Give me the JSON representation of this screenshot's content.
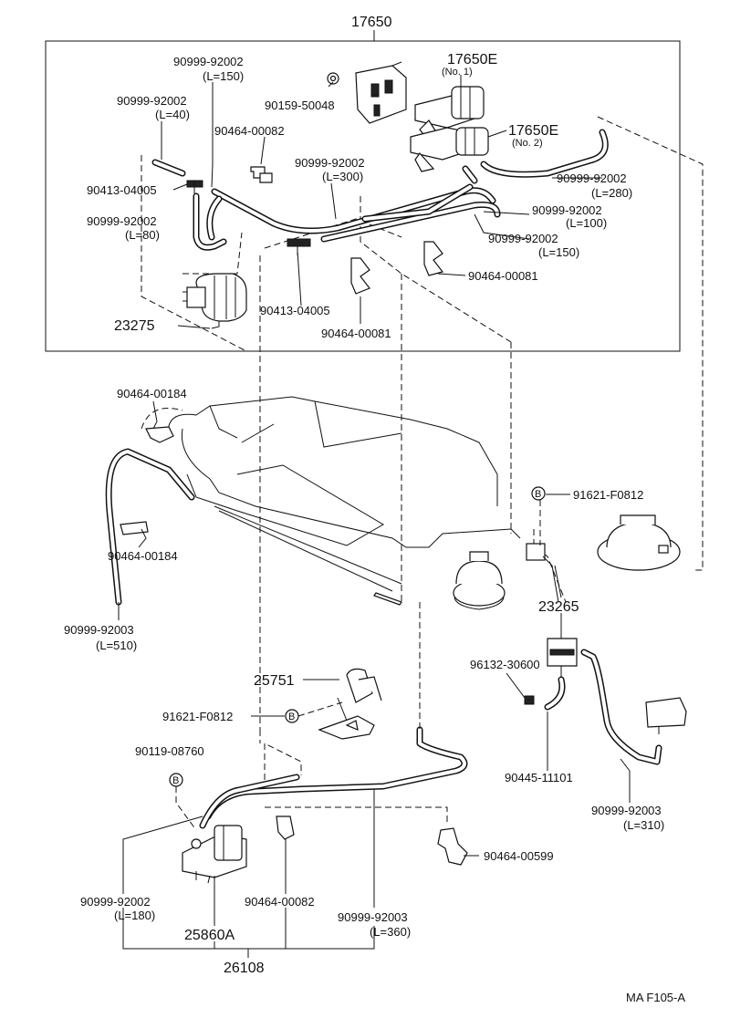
{
  "labels": {
    "group_17650": "17650",
    "p_90999_92002_a": "90999-92002",
    "p_l150_a": "(L=150)",
    "p_90159_50048": "90159-50048",
    "p_17650E_1": "17650E",
    "p_no1": "(No. 1)",
    "p_90999_92002_b": "90999-92002",
    "p_l40": "(L=40)",
    "p_90464_00082_a": "90464-00082",
    "p_17650E_2": "17650E",
    "p_no2": "(No. 2)",
    "p_90999_92002_c": "90999-92002",
    "p_l300": "(L=300)",
    "p_90999_92002_d": "90999-92002",
    "p_l280": "(L=280)",
    "p_90413_04005_a": "90413-04005",
    "p_90999_92002_e": "90999-92002",
    "p_l100": "(L=100)",
    "p_90999_92002_f": "90999-92002",
    "p_l80": "(L=80)",
    "p_90999_92002_g": "90999-92002",
    "p_l150_b": "(L=150)",
    "p_90464_00081_a": "90464-00081",
    "p_90413_04005_b": "90413-04005",
    "p_23275": "23275",
    "p_90464_00081_b": "90464-00081",
    "p_90464_00184_a": "90464-00184",
    "p_b1": "B",
    "p_91621_F0812_a": "91621-F0812",
    "p_90464_00184_b": "90464-00184",
    "p_23265": "23265",
    "p_90999_92003_a": "90999-92003",
    "p_l510": "(L=510)",
    "p_96132_30600": "96132-30600",
    "p_25751": "25751",
    "p_91621_F0812_b": "91621-F0812",
    "p_b2": "B",
    "p_90119_08760": "90119-08760",
    "p_b3": "B",
    "p_90445_11101": "90445-11101",
    "p_90999_92003_b": "90999-92003",
    "p_l310": "(L=310)",
    "p_90464_00599": "90464-00599",
    "p_90999_92002_h": "90999-92002",
    "p_l180": "(L=180)",
    "p_90464_00082_b": "90464-00082",
    "p_90999_92003_c": "90999-92003",
    "p_l360": "(L=360)",
    "p_25860A": "25860A",
    "p_26108": "26108",
    "footer_code": "MA  F105-A"
  }
}
